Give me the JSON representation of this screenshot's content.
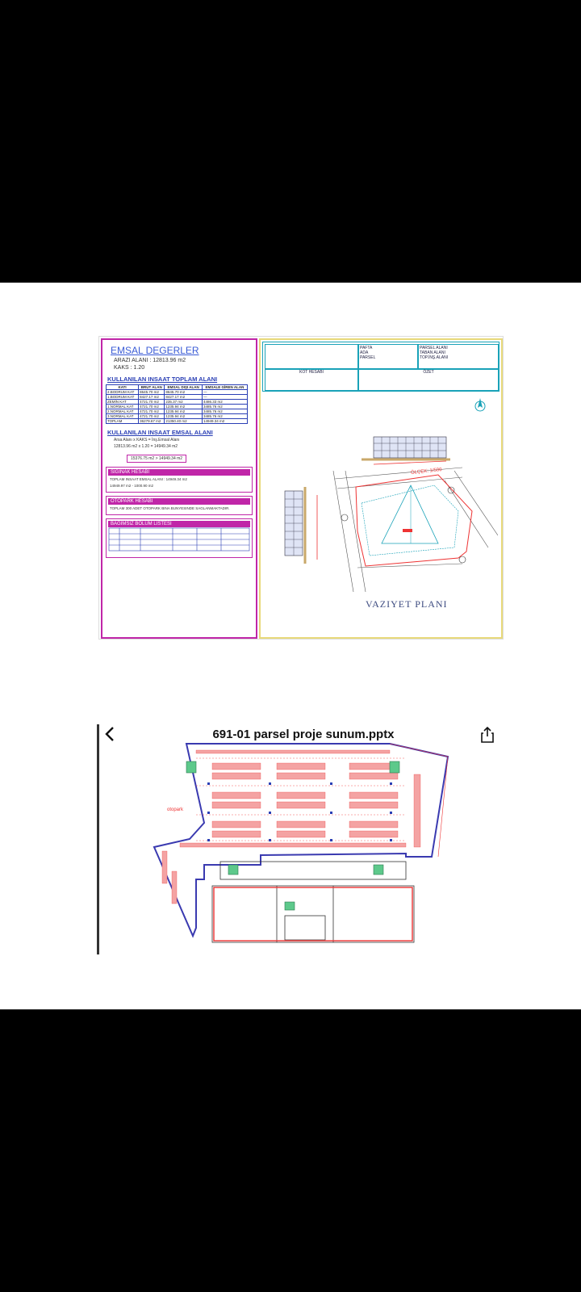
{
  "slide1": {
    "emsal_title": "EMSAL DEGERLER",
    "arazi_alani": "ARAZI ALANI : 12813.96 m2",
    "kaks": "KAKS       : 1.20",
    "kullanilan_toplam": "KULLANILAN INSAAT TOPLAM ALANI",
    "kullanilan_emsal": "KULLANILAN INSAAT EMSAL ALANI",
    "otopark_hesabi": "OTOPARK HESABI",
    "siginak_hesabi": "SIGINAK HESABI",
    "bagimsiz_bolum": "BAGIMSIZ BOLUM LISTESI",
    "table_head": [
      "KATI",
      "BRUT ALAN",
      "EMSAL DIŞI ALAN",
      "EMSALE GİREN ALAN"
    ],
    "table_rows": [
      [
        "2.BODRUM KAT",
        "8645.70 m2",
        "8645.70 m2",
        "—"
      ],
      [
        "1.BODRUM KAT",
        "8427.17 m2",
        "8427.17 m2",
        "—"
      ],
      [
        "ZEMİN KAT",
        "4721.70 m2",
        "235.37 m2",
        "4486.33 m2"
      ],
      [
        "1.NORMAL KAT",
        "4721.70 m2",
        "1235.94 m2",
        "3485.76 m2"
      ],
      [
        "2.NORMAL KAT",
        "4721.70 m2",
        "1235.94 m2",
        "3485.76 m2"
      ],
      [
        "3.NORMAL KAT",
        "4721.70 m2",
        "1235.94 m2",
        "3485.76 m2"
      ]
    ],
    "table_total": [
      "TOPLAM",
      "36279.67 m2",
      "21350.40 m2",
      "14949.34 m2"
    ],
    "emsal_formula": "Arsa Alanı x KAKS  = İnş.Emsal Alanı",
    "emsal_calc": "12813.96 m2 x 1.20  = 14949.34 m2",
    "emsal_result": "15376.75 m2 > 14949.34 m2",
    "siginak_line1": "TOPLAM INSAAT EMSAL ALANI : 14949.34 m2",
    "siginak_line2": "14949.97 m2 - 1000.90 m2",
    "otopark_line": "TOPLAM 300 ADET OTOPARK BINA BUNYESINDE SAGLANMAKTADIR.",
    "vaziyet": "VAZIYET PLANI",
    "olcek": "ÖLÇEK: 1/500",
    "pafta": "PAFTA",
    "ada": "ADA",
    "parsel": "PARSEL",
    "parsel_alani": "PARSEL ALANI",
    "taban_alani": "TABAN ALANI",
    "toplam_insaat": "TOP.İNŞ.ALANI",
    "kot_hesabi": "KOT HESABI",
    "ozet": "ÖZET"
  },
  "slide2": {
    "title": "691-01 parsel proje sunum.pptx",
    "otopark_label": "otopark"
  },
  "icons": {
    "back": "chevron-left-icon",
    "share": "share-icon"
  },
  "colors": {
    "magenta": "#c026a8",
    "blue": "#2a3fb5",
    "cyan": "#19a2b8",
    "red": "#e33"
  }
}
